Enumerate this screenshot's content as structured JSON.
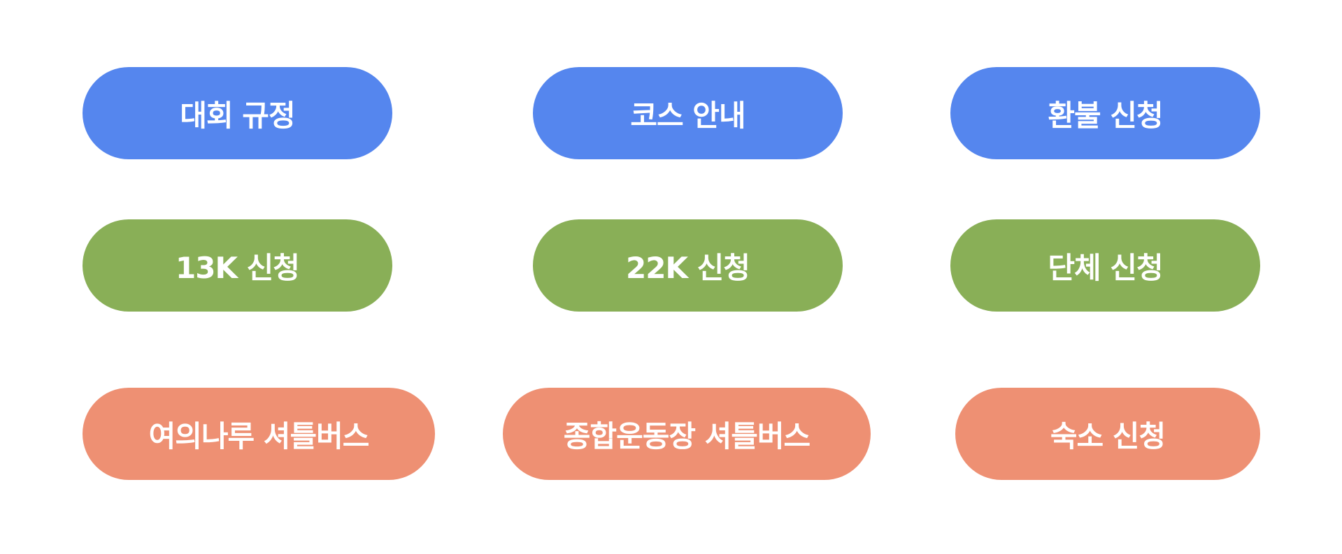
{
  "buttons": {
    "rules": "대회 규정",
    "course_guide": "코스 안내",
    "refund_request": "환불 신청",
    "apply_13k": "13K 신청",
    "apply_22k": "22K 신청",
    "group_apply": "단체 신청",
    "yeouinaru_shuttle": "여의나루 셔틀버스",
    "stadium_shuttle": "종합운동장 셔틀버스",
    "lodging_apply": "숙소 신청"
  },
  "colors": {
    "blue": "#5586EE",
    "green": "#89AF57",
    "coral": "#EE9073"
  }
}
